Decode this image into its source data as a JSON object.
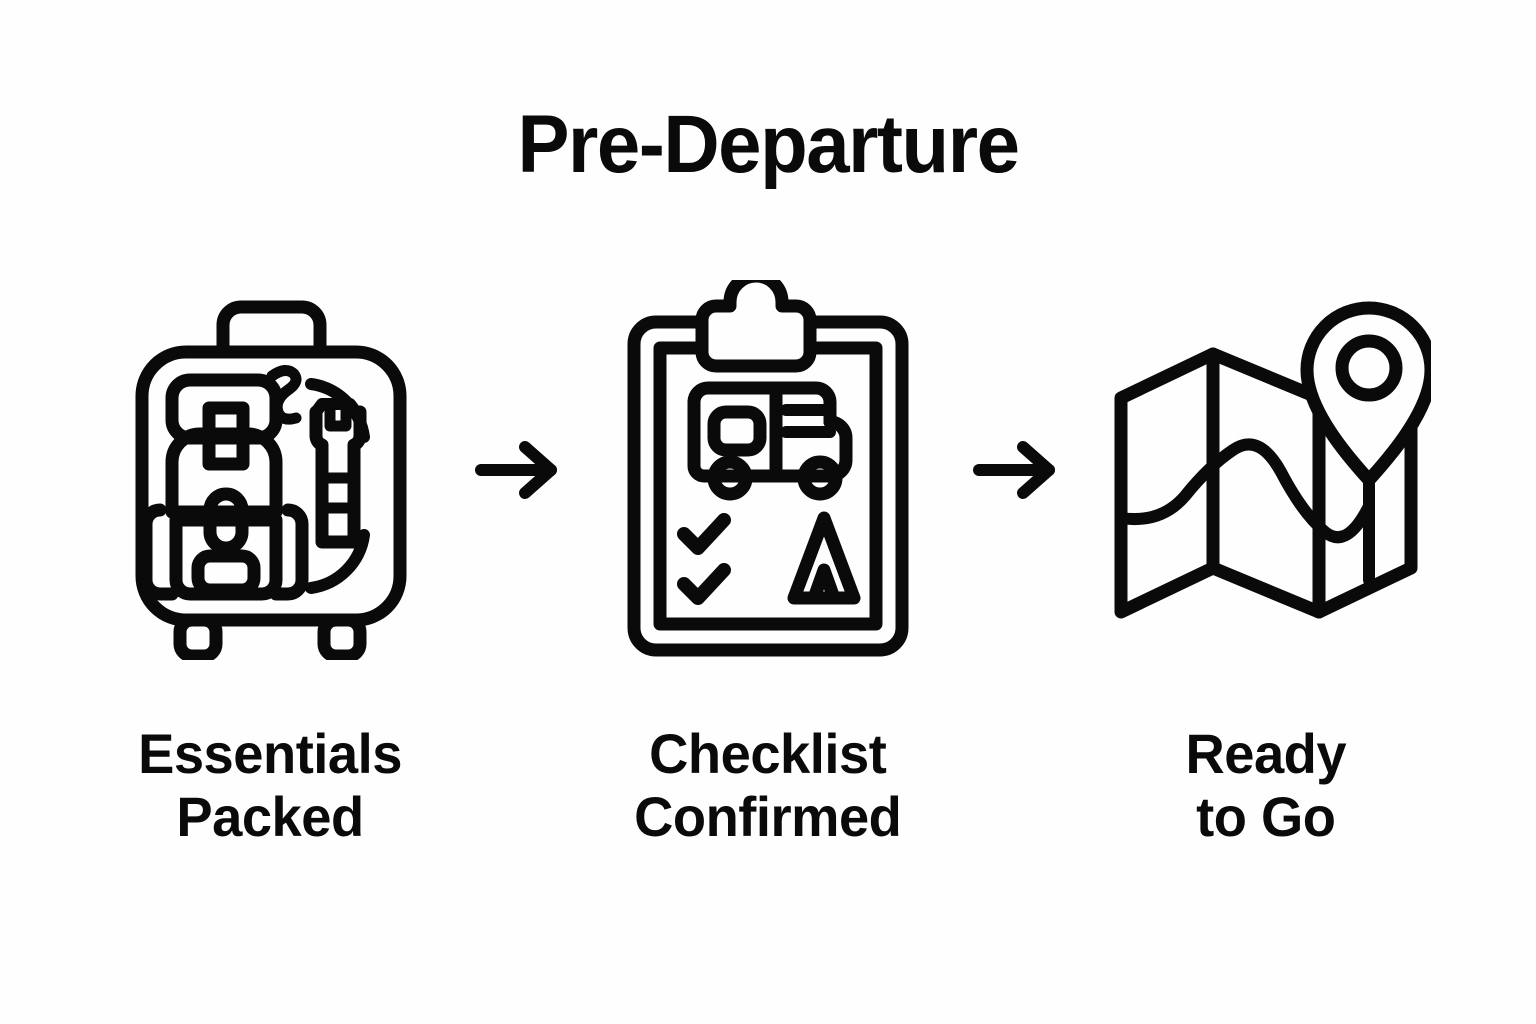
{
  "diagram": {
    "title": "Pre-Departure",
    "background_color": "#fefefe",
    "stroke_color": "#0a0a0a",
    "type": "process-flow",
    "orientation": "horizontal",
    "step_count": 3,
    "connector": "arrow-right",
    "steps": [
      {
        "index": 1,
        "label": "Essentials\nPacked",
        "icon": "suitcase-with-backpack-and-bottle-icon",
        "icon_parts": [
          "suitcase",
          "telescopic-handle",
          "wheels",
          "backpack",
          "water-bottle"
        ]
      },
      {
        "index": 2,
        "label": "Checklist\nConfirmed",
        "icon": "clipboard-checklist-icon",
        "icon_parts": [
          "clipboard",
          "clip",
          "camper-van",
          "check-mark",
          "check-mark",
          "tent"
        ]
      },
      {
        "index": 3,
        "label": "Ready\nto Go",
        "icon": "folded-map-with-pin-icon",
        "icon_parts": [
          "folded-map",
          "location-pin",
          "route-line"
        ]
      }
    ],
    "arrows": [
      {
        "index": 1,
        "from": 1,
        "to": 2,
        "glyph": "arrow-right-icon"
      },
      {
        "index": 2,
        "from": 2,
        "to": 3,
        "glyph": "arrow-right-icon"
      }
    ]
  }
}
